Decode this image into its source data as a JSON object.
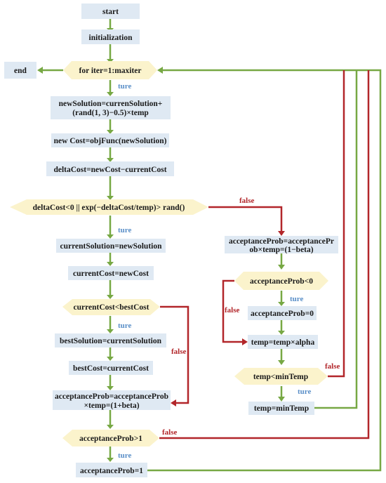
{
  "nodes": {
    "start": "start",
    "init": "initialization",
    "end": "end",
    "loop": "for iter=1:maxiter",
    "newsol_l1": "newSolution=currenSolution+",
    "newsol_l2": "(rand(1, 3)−0.5)×temp",
    "newcost": "new Cost=objFunc(newSolution)",
    "deltacost": "deltaCost=newCost−currentCost",
    "accept_cond": "deltaCost<0 || exp(−deltaCost/temp)> rand()",
    "cursol": "currentSolution=newSolution",
    "curcost": "currentCost=newCost",
    "best_cond": "currentCost<bestCost",
    "bestsol": "bestSolution=currentSolution",
    "bestcost": "bestCost=currentCost",
    "ap_inc_l1": "acceptanceProb=acceptanceProb",
    "ap_inc_l2": "×temp=(1+beta)",
    "ap_gt1": "acceptanceProb>1",
    "ap_set1": "acceptanceProb=1",
    "ap_dec_l1": "acceptanceProb=acceptancePr",
    "ap_dec_l2": "ob×temp=(1−beta)",
    "ap_lt0": "acceptanceProb<0",
    "ap_set0": "acceptanceProb=0",
    "temp_alpha": "temp=temp×alpha",
    "temp_lt_min": "temp<minTemp",
    "temp_set_min": "temp=minTemp"
  },
  "labels": {
    "true_text": "ture",
    "false_text": "false"
  },
  "colors": {
    "process_fill": "#dfe9f3",
    "decision_fill": "#fbf3cc",
    "flow_true": "#77a844",
    "flow_false": "#b2262a",
    "true_label": "#5a8fc8"
  }
}
